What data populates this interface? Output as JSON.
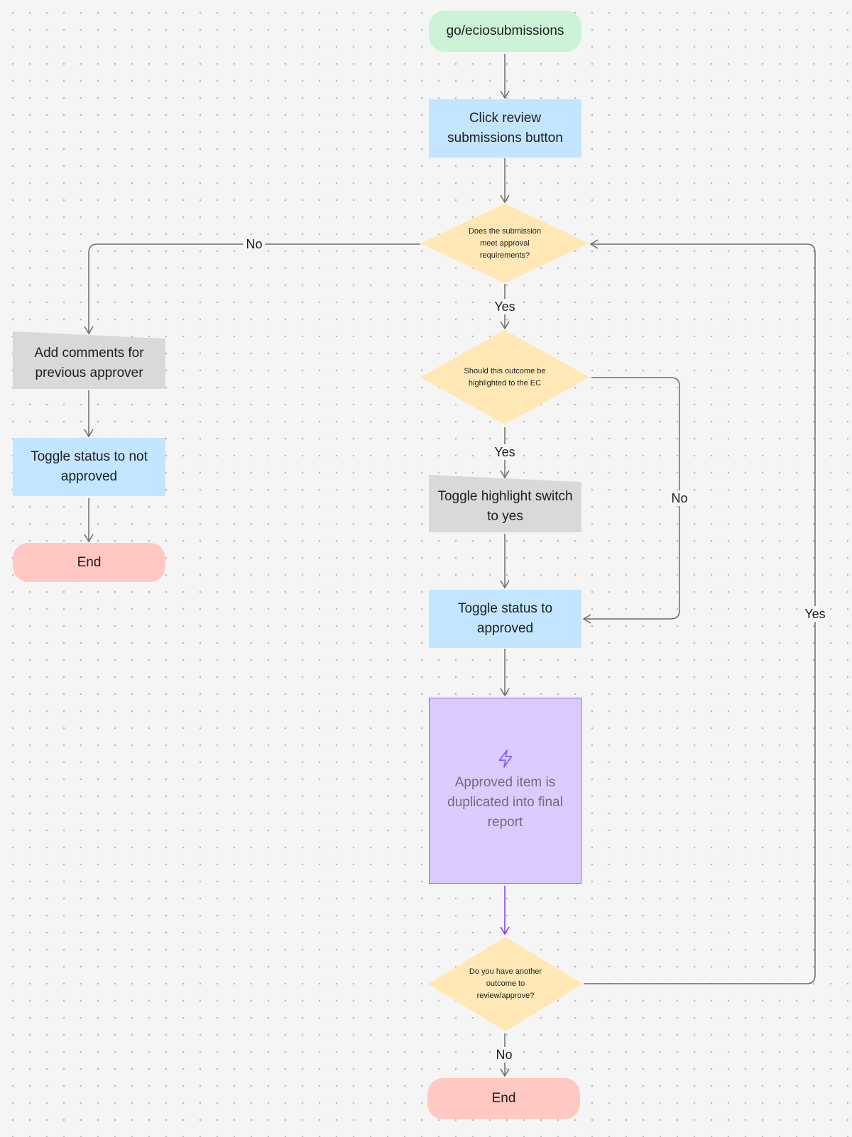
{
  "nodes": {
    "start": "go/eciosubmissions",
    "click_review": "Click review submissions button",
    "decision_meets": "Does the submission meet approval requirements?",
    "add_comments": "Add comments for previous approver",
    "toggle_not_approved": "Toggle status to not approved",
    "end_left": "End",
    "decision_highlight": "Should this outcome be highlighted to the EC",
    "toggle_highlight": "Toggle highlight switch to yes",
    "toggle_approved": "Toggle status to approved",
    "duplicated": "Approved item is duplicated into final report",
    "decision_another": "Do you have another outcome to review/approve?",
    "end_bottom": "End"
  },
  "edge_labels": {
    "no_meets": "No",
    "yes_meets": "Yes",
    "yes_highlight": "Yes",
    "no_highlight": "No",
    "yes_another": "Yes",
    "no_another": "No"
  },
  "icons": {
    "automation": "lightning-bolt-icon"
  },
  "colors": {
    "start": "#ccf3d6",
    "process": "#c3e5ff",
    "manual": "#d9d9d9",
    "decision": "#ffe8b6",
    "automation": "#dccbff",
    "automation_border": "#8b5cf6",
    "end": "#ffc8c2",
    "connector": "#6b6b6b"
  }
}
